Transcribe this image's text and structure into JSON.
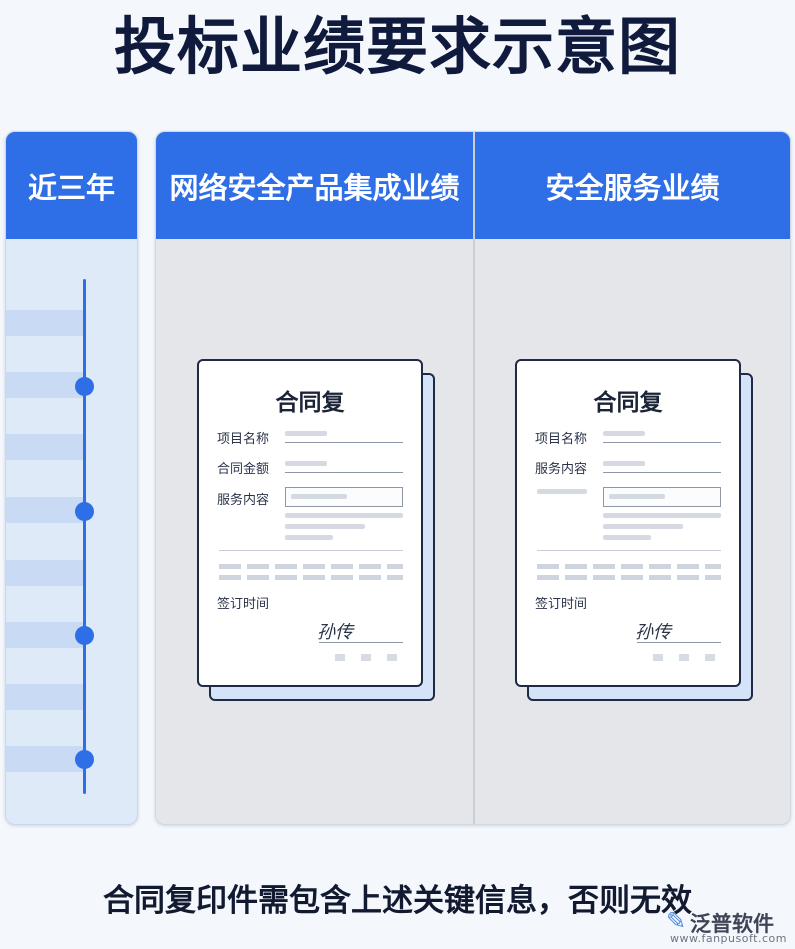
{
  "title": "投标业绩要求示意图",
  "headers": {
    "left": "近三年",
    "col_a": "网络安全产品集成业绩",
    "col_b": "安全服务业绩"
  },
  "colors": {
    "accent_blue": "#2e6ee6",
    "dark_text": "#0f1a3c",
    "panel_grey": "#e6e8ec"
  },
  "doc_a": {
    "title": "合同复",
    "fields": [
      "项目名称",
      "合同金额",
      "服务内容"
    ],
    "sign_label": "签订时间",
    "signature": "孙传"
  },
  "doc_b": {
    "title": "合同复",
    "fields": [
      "项目名称",
      "服务内容"
    ],
    "sign_label": "签订时间",
    "signature": "孙传"
  },
  "footer": "合同复印件需包含上述关键信息，否则无效",
  "watermark": {
    "name": "泛普软件",
    "url": "www.fanpusoft.com"
  }
}
